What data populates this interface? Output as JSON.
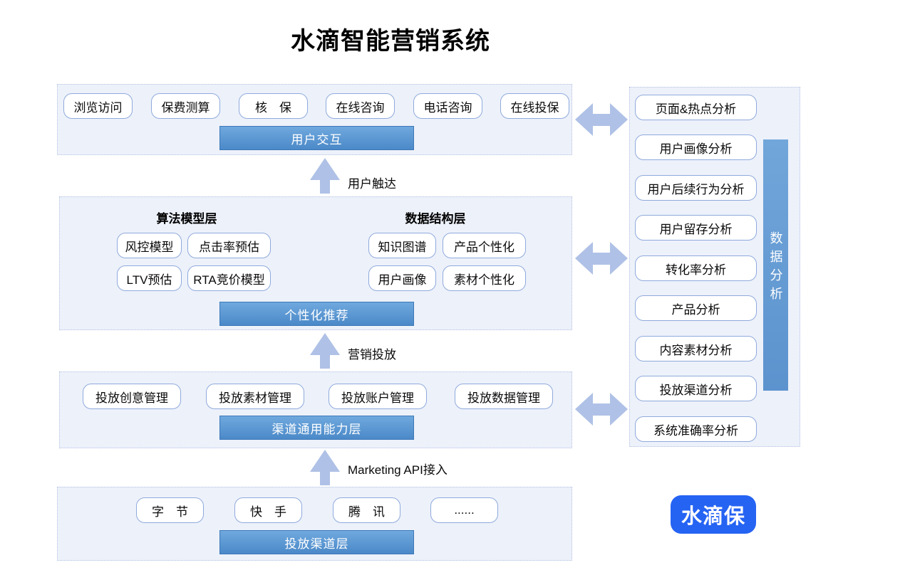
{
  "title": "水滴智能营销系统",
  "flow_labels": {
    "user_reach": "用户触达",
    "marketing": "营销投放",
    "api": "Marketing API接入"
  },
  "layers": {
    "interaction": {
      "boxes": [
        "浏览访问",
        "保费测算",
        "核　保",
        "在线咨询",
        "电话咨询",
        "在线投保"
      ],
      "bar": "用户交互"
    },
    "model": {
      "algo_header": "算法模型层",
      "algo_boxes": [
        "风控模型",
        "点击率预估",
        "LTV预估",
        "RTA竞价模型"
      ],
      "data_header": "数据结构层",
      "data_boxes": [
        "知识图谱",
        "产品个性化",
        "用户画像",
        "素材个性化"
      ],
      "bar": "个性化推荐"
    },
    "channel_ability": {
      "boxes": [
        "投放创意管理",
        "投放素材管理",
        "投放账户管理",
        "投放数据管理"
      ],
      "bar": "渠道通用能力层"
    },
    "media_channels": {
      "boxes": [
        "字　节",
        "快　手",
        "腾　讯",
        "......"
      ],
      "bar": "投放渠道层"
    }
  },
  "analysis": {
    "items": [
      "页面&热点分析",
      "用户画像分析",
      "用户后续行为分析",
      "用户留存分析",
      "转化率分析",
      "产品分析",
      "内容素材分析",
      "投放渠道分析",
      "系统准确率分析"
    ],
    "side_bar": "数据分析"
  },
  "logo": "水滴保",
  "colors": {
    "bar_blue_top": "#6FA9DE",
    "bar_blue_bottom": "#4B89C8",
    "bar_border": "#3C79B8",
    "arrow_blue": "#AFC1E6",
    "panel_bg": "#EDF1FA",
    "panel_dotted_border": "#B4C2E2",
    "box_border": "#8FAADC",
    "side_bar_blue": "#5C93CE",
    "logo_blue": "#2563F3"
  }
}
